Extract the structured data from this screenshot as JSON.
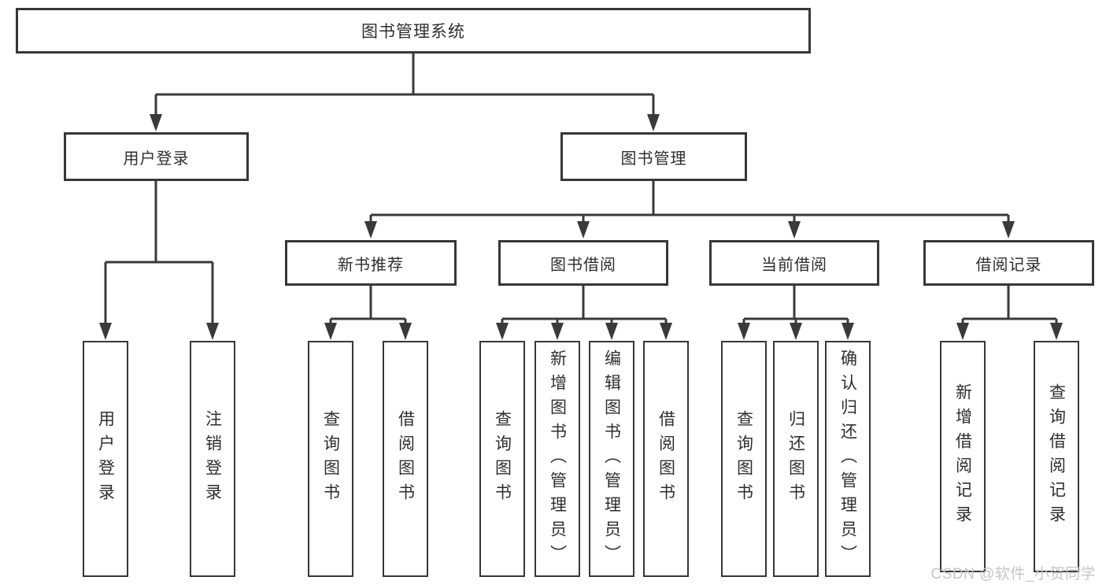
{
  "diagram": {
    "title": "图书管理系统",
    "branches": [
      {
        "label": "用户登录",
        "leaves": [
          "用户登录",
          "注销登录"
        ]
      },
      {
        "label": "图书管理",
        "groups": [
          {
            "label": "新书推荐",
            "leaves": [
              "查询图书",
              "借阅图书"
            ]
          },
          {
            "label": "图书借阅",
            "leaves": [
              "查询图书",
              "新增图书（管理员）",
              "编辑图书（管理员）",
              "借阅图书"
            ]
          },
          {
            "label": "当前借阅",
            "leaves": [
              "查询图书",
              "归还图书",
              "确认归还（管理员）"
            ]
          },
          {
            "label": "借阅记录",
            "leaves": [
              "新增借阅记录",
              "查询借阅记录"
            ]
          }
        ]
      }
    ]
  },
  "watermark": {
    "text": "CSDN @软件_小贺同学",
    "color": "#c6c6c6"
  },
  "colors": {
    "line": "#3a3a3a",
    "box_border": "#373737",
    "text": "#2e2e2e",
    "background": "#ffffff"
  }
}
